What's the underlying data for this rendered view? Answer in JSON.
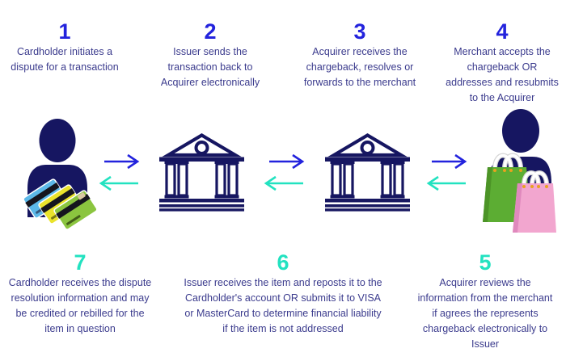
{
  "steps_top": [
    {
      "number": "1",
      "text": "Cardholder initiates a\ndispute for a transaction"
    },
    {
      "number": "2",
      "text": "Issuer sends the\ntransaction back to\nAcquirer electronically"
    },
    {
      "number": "3",
      "text": "Acquirer receives the\nchargeback, resolves or\nforwards to the merchant"
    },
    {
      "number": "4",
      "text": "Merchant accepts the\nchargeback OR\naddresses and resubmits\nto the Acquirer"
    }
  ],
  "steps_bottom": [
    {
      "number": "7",
      "text": "Cardholder receives the dispute\nresolution information and may\nbe credited or rebilled for the\nitem in question"
    },
    {
      "number": "6",
      "text": "Issuer receives the item and reposts it to the\nCardholder's account OR submits it to VISA\nor MasterCard to determine financial liability\nif the item is not addressed"
    },
    {
      "number": "5",
      "text": "Acquirer reviews the\ninformation from the merchant\nif agrees the represents\nchargeback electronically to\nIssuer"
    }
  ],
  "icons": {
    "cardholder": "person-with-credit-cards-icon",
    "issuer": "bank-building-icon",
    "acquirer": "bank-building-icon",
    "merchant": "person-with-shopping-bags-icon",
    "forward": "right-arrow-icon",
    "return": "left-arrow-icon"
  },
  "colors": {
    "accent-blue": "#2323dd",
    "accent-teal": "#22e2c0",
    "text-indigo": "#3b3b8d",
    "icon-navy": "#161661",
    "card-blue": "#5cb8e8",
    "card-yellow": "#eae32c",
    "card-green": "#8bc53f",
    "bag-green": "#5cad33",
    "bag-green-dark": "#4c9427",
    "bag-pink": "#f2a6cf",
    "bag-pink-dark": "#e089bd",
    "handle-orange": "#e8a21e"
  }
}
